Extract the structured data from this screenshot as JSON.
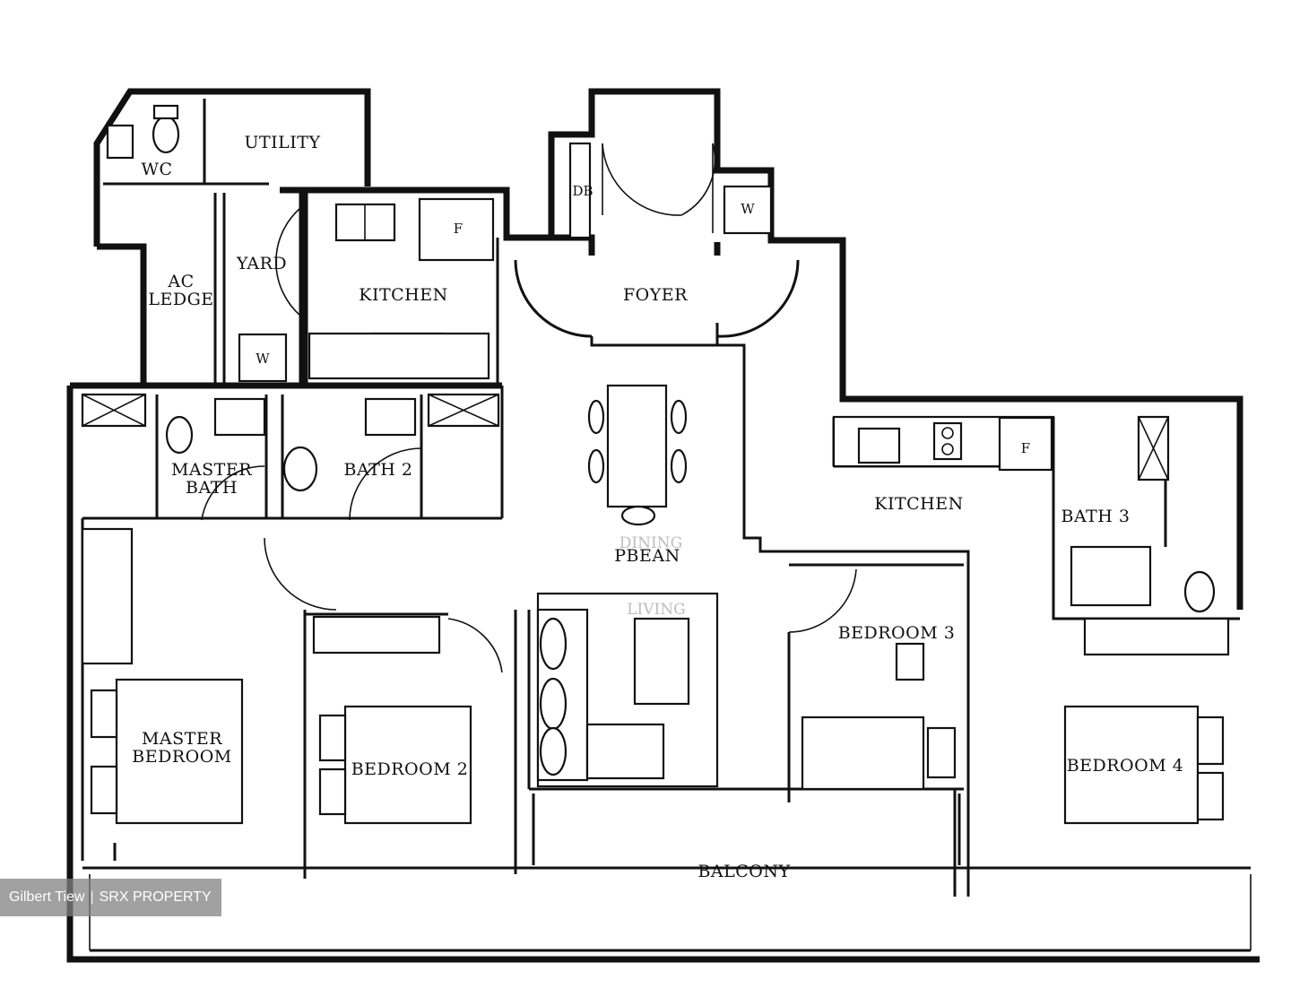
{
  "plan": {
    "rooms": {
      "wc": "WC",
      "utility": "UTILITY",
      "ac_ledge_line1": "AC",
      "ac_ledge_line2": "LEDGE",
      "yard": "YARD",
      "kitchen_left": "KITCHEN",
      "foyer": "FOYER",
      "db": "DB",
      "fridge_left": "F",
      "washer_left": "W",
      "washer_top": "W",
      "master_bath_line1": "MASTER",
      "master_bath_line2": "BATH",
      "bath_2": "BATH 2",
      "dining_line1": "DINING",
      "dining_line2": "PBEAN",
      "living": "LIVING",
      "kitchen_right": "KITCHEN",
      "fridge_right": "F",
      "bath_3": "BATH 3",
      "bedroom_3": "BEDROOM 3",
      "master_bedroom_line1": "MASTER",
      "master_bedroom_line2": "BEDROOM",
      "bedroom_2": "BEDROOM 2",
      "bedroom_4": "BEDROOM 4",
      "balcony": "BALCONY"
    }
  },
  "watermark": {
    "agent": "Gilbert Tiew",
    "separator": "|",
    "brand": "SRX PROPERTY"
  }
}
